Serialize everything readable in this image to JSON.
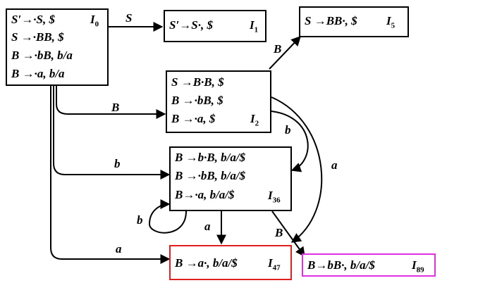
{
  "states": [
    {
      "name": "I",
      "index": "0",
      "items": [
        "S′→·S, $",
        "S →·BB, $",
        "B →·bB, b/a",
        "B →·a, b/a"
      ],
      "border": "#000000"
    },
    {
      "name": "I",
      "index": "1",
      "items": [
        "S′→S·, $"
      ],
      "border": "#000000"
    },
    {
      "name": "I",
      "index": "5",
      "items": [
        "S →BB·, $"
      ],
      "border": "#000000"
    },
    {
      "name": "I",
      "index": "2",
      "items": [
        "S →B·B, $",
        "B →·bB, $",
        "B →·a, $"
      ],
      "border": "#000000"
    },
    {
      "name": "I",
      "index": "36",
      "items": [
        "B →b·B, b/a/$",
        "B →·bB, b/a/$",
        "B→·a, b/a/$"
      ],
      "border": "#000000"
    },
    {
      "name": "I",
      "index": "47",
      "items": [
        "B →a·, b/a/$"
      ],
      "border": "#e0201c"
    },
    {
      "name": "I",
      "index": "89",
      "items": [
        "B→bB·, b/a/$"
      ],
      "border": "#e030e0"
    }
  ],
  "edges": [
    {
      "from": "I0",
      "to": "I1",
      "label": "S"
    },
    {
      "from": "I0",
      "to": "I2",
      "label": "B"
    },
    {
      "from": "I0",
      "to": "I36",
      "label": "b"
    },
    {
      "from": "I0",
      "to": "I47",
      "label": "a"
    },
    {
      "from": "I2",
      "to": "I5",
      "label": "B"
    },
    {
      "from": "I2",
      "to": "I36",
      "label": "b"
    },
    {
      "from": "I2",
      "to": "I47",
      "label": "a"
    },
    {
      "from": "I36",
      "to": "I36",
      "label": "b"
    },
    {
      "from": "I36",
      "to": "I47",
      "label": "a"
    },
    {
      "from": "I36",
      "to": "I89",
      "label": "B"
    }
  ]
}
